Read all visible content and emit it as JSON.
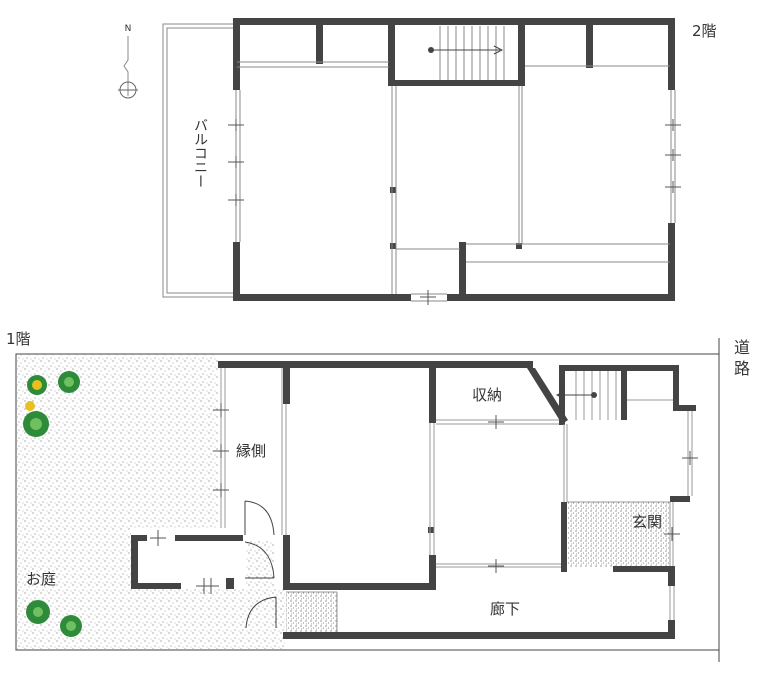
{
  "floors": {
    "second": {
      "label": "2階",
      "rooms": {
        "balcony": "バルコニー"
      }
    },
    "first": {
      "label": "1階",
      "rooms": {
        "engawa": "縁側",
        "storage": "収納",
        "entrance": "玄関",
        "hallway": "廊下",
        "garden": "お庭"
      }
    }
  },
  "road": "道路",
  "compass": {
    "north": "N"
  },
  "colors": {
    "wall": "#444444",
    "line": "#888888",
    "plant": "#2e8b3a",
    "flower": "#e8c020"
  }
}
